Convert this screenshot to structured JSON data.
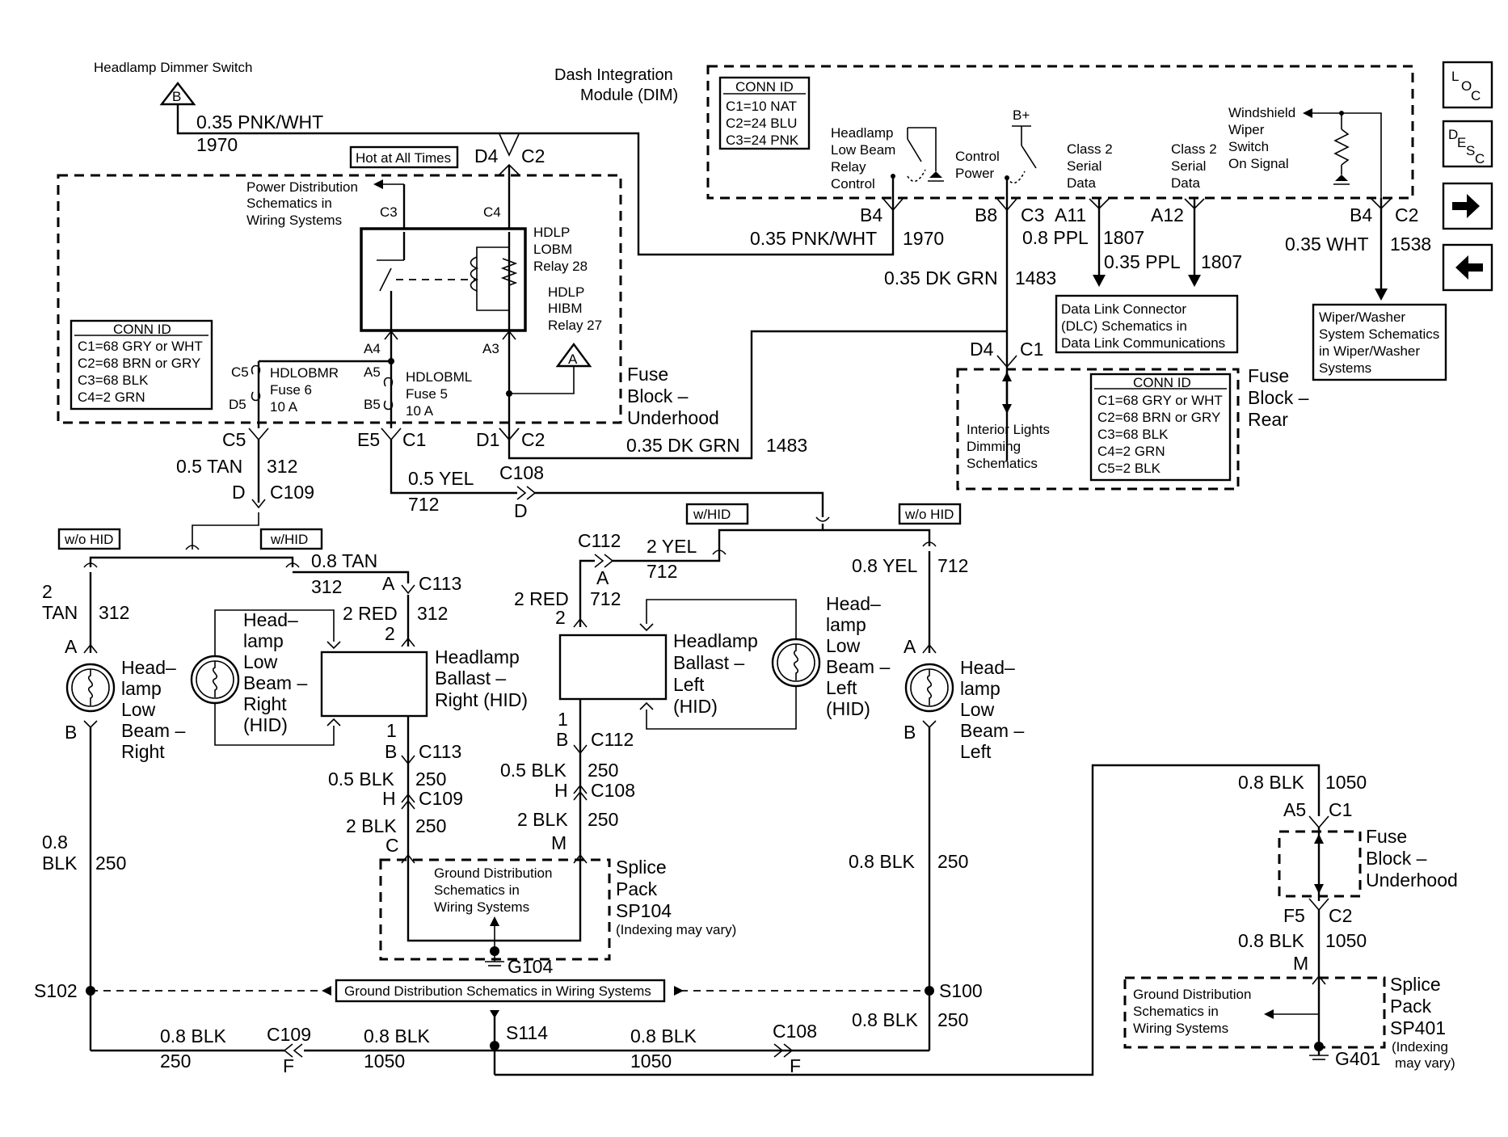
{
  "nav": {
    "loc": [
      "L",
      "O",
      "C"
    ],
    "desc": [
      "D",
      "E",
      "S",
      "C"
    ],
    "forward": "→",
    "back": "←"
  },
  "dim": {
    "title1": "Dash Integration",
    "title2": "Module (DIM)",
    "conn_title": "CONN ID",
    "conn": [
      "C1=10 NAT",
      "C2=24 BLU",
      "C3=24 PNK"
    ],
    "relay_ctrl": [
      "Headlamp",
      "Low Beam",
      "Relay",
      "Control"
    ],
    "bplus": "B+",
    "ctrl_power": [
      "Control",
      "Power"
    ],
    "class2a": [
      "Class 2",
      "Serial",
      "Data"
    ],
    "class2b": [
      "Class 2",
      "Serial",
      "Data"
    ],
    "wiper": [
      "Windshield",
      "Wiper",
      "Switch",
      "On Signal"
    ]
  },
  "top": {
    "dimmer": "Headlamp Dimmer Switch",
    "dimmer_ref": "B",
    "w1970": "0.35 PNK/WHT",
    "c1970": "1970",
    "hot": "Hot at All Times",
    "d4": "D4",
    "c2": "C2",
    "pwr": [
      "Power Distribution",
      "Schematics in",
      "Wiring Systems"
    ],
    "c3": "C3",
    "c4": "C4",
    "lobm": [
      "HDLP",
      "LOBM",
      "Relay 28"
    ],
    "hibm": [
      "HDLP",
      "HIBM",
      "Relay 27"
    ],
    "hibm_ref": "A",
    "a4": "A4",
    "a3": "A3",
    "a5": "A5",
    "c5f": "C5",
    "d5": "D5",
    "b5": "B5",
    "fuse6": [
      "HDLOBMR",
      "Fuse 6",
      "10 A"
    ],
    "fuse5": [
      "HDLOBML",
      "Fuse 5",
      "10 A"
    ],
    "fb_conn_title": "CONN ID",
    "fb_conn": [
      "C1=68 GRY or WHT",
      "C2=68 BRN or GRY",
      "C3=68 BLK",
      "C4=2 GRN"
    ],
    "fb": [
      "Fuse",
      "Block –",
      "Underhood"
    ]
  },
  "dimpins": {
    "b4": "B4",
    "w1": "0.35 PNK/WHT",
    "c1": "1970",
    "b8": "B8",
    "c3": "C3",
    "a11": "A11",
    "w2": "0.8 PPL",
    "c2": "1807",
    "a12": "A12",
    "w3": "0.35 PPL",
    "c3n": "1807",
    "b4b": "B4",
    "c2b": "C2",
    "w4": "0.35 WHT",
    "c4": "1538",
    "w5": "0.35 DK GRN",
    "c5": "1483",
    "dlc": [
      "Data Link Connector",
      "(DLC) Schematics in",
      "Data Link Communications"
    ],
    "wiperbox": [
      "Wiper/Washer",
      "System Schematics",
      "in Wiper/Washer",
      "Systems"
    ]
  },
  "rear": {
    "d4": "D4",
    "c1": "C1",
    "interior": [
      "Interior Lights",
      "Dimming",
      "Schematics"
    ],
    "conn_title": "CONN ID",
    "conn": [
      "C1=68 GRY or WHT",
      "C2=68 BRN or GRY",
      "C3=68 BLK",
      "C4=2 GRN",
      "C5=2 BLK"
    ],
    "fb": [
      "Fuse",
      "Block –",
      "Rear"
    ]
  },
  "mid": {
    "c5": "C5",
    "w312": "0.5 TAN",
    "c312": "312",
    "d": "D",
    "c109": "C109",
    "e5": "E5",
    "c1": "C1",
    "d1": "D1",
    "c2": "C2",
    "wyel": "0.5 YEL",
    "c712": "712",
    "c108": "C108",
    "d108": "D",
    "dk": "0.35 DK GRN",
    "dkc": "1483",
    "wohid": "w/o HID",
    "whid": "w/HID",
    "whid2": "w/HID",
    "wohid2": "w/o HID"
  },
  "right_hid": {
    "w": "0.8 TAN",
    "c": "312",
    "a": "A",
    "c113": "C113",
    "w2": "2 RED",
    "n2": "2",
    "c2": "312",
    "ballast": [
      "Headlamp",
      "Ballast –",
      "Right (HID)"
    ],
    "lamp": [
      "Head–",
      "lamp",
      "Low",
      "Beam –",
      "Right",
      "(HID)"
    ],
    "p1": "1",
    "pb": "B",
    "pc113": "C113",
    "w3": "0.5 BLK",
    "c3": "250",
    "h": "H",
    "c109": "C109",
    "w4": "2 BLK",
    "c4": "250",
    "cc": "C"
  },
  "left_hid": {
    "c112": "C112",
    "w": "2 YEL",
    "c": "712",
    "a": "A",
    "w2": "2 RED",
    "n2": "2",
    "c2": "712",
    "ballast": [
      "Headlamp",
      "Ballast –",
      "Left",
      "(HID)"
    ],
    "lamp": [
      "Head–",
      "lamp",
      "Low",
      "Beam –",
      "Left",
      "(HID)"
    ],
    "p1": "1",
    "pb": "B",
    "pc112": "C112",
    "w3": "0.5 BLK",
    "c3": "250",
    "h": "H",
    "c108": "C108",
    "w4": "2 BLK",
    "c4": "250",
    "m": "M"
  },
  "right_std": {
    "w": "2",
    "w2": "TAN",
    "c": "312",
    "a": "A",
    "b": "B",
    "lamp": [
      "Head–",
      "lamp",
      "Low",
      "Beam –",
      "Right"
    ],
    "w3": "0.8",
    "w4": "BLK",
    "c3": "250"
  },
  "left_std": {
    "w": "0.8 YEL",
    "c": "712",
    "a": "A",
    "b": "B",
    "lamp": [
      "Head–",
      "lamp",
      "Low",
      "Beam –",
      "Left"
    ],
    "w3": "0.8 BLK",
    "c3": "250"
  },
  "ground": {
    "sp104_txt": [
      "Ground Distribution",
      "Schematics in",
      "Wiring Systems"
    ],
    "sp104": [
      "Splice",
      "Pack",
      "SP104"
    ],
    "indexing": "(Indexing may vary)",
    "g104": "G104",
    "s102": "S102",
    "s100": "S100",
    "s114": "S114",
    "gd_box": "Ground Distribution Schematics in Wiring Systems",
    "w_l": "0.8 BLK",
    "c_l": "250",
    "c109": "C109",
    "f1": "F",
    "w_m": "0.8 BLK",
    "c_m": "1050",
    "w_r": "0.8 BLK",
    "c_r": "1050",
    "c108": "C108",
    "f2": "F",
    "w_s100": "0.8 BLK",
    "c_s100": "250"
  },
  "fuseblock2": {
    "w": "0.8 BLK",
    "c": "1050",
    "a5": "A5",
    "c1": "C1",
    "fb": [
      "Fuse",
      "Block –",
      "Underhood"
    ],
    "f5": "F5",
    "c2": "C2",
    "w2": "0.8 BLK",
    "c2n": "1050",
    "m": "M",
    "gd": [
      "Ground Distribution",
      "Schematics in",
      "Wiring Systems"
    ],
    "sp401": [
      "Splice",
      "Pack",
      "SP401"
    ],
    "idx": [
      "(Indexing",
      "may vary)"
    ],
    "g401": "G401"
  }
}
